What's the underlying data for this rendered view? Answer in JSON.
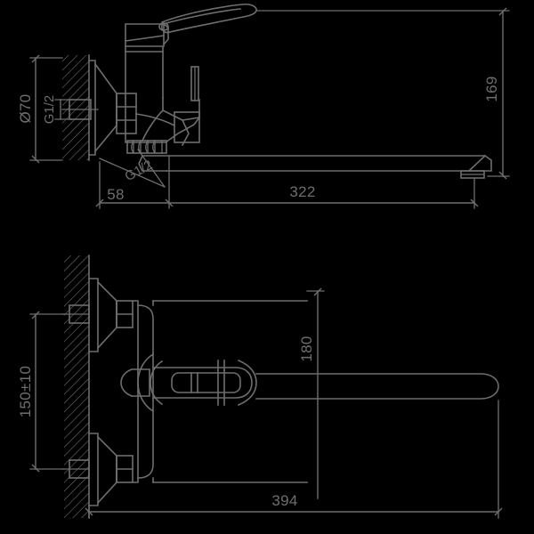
{
  "drawing": {
    "title": "Wall-mounted single-lever mixer tap — technical dimension drawing",
    "background_color": "#000000",
    "line_color": "#6e6e6e",
    "views": [
      {
        "name": "side-elevation",
        "description": "Side elevation of wall mounted mixer with long swivel spout"
      },
      {
        "name": "top-plan",
        "description": "Top plan view of wall mounted mixer with lever handle and spout"
      }
    ]
  },
  "dimensions": {
    "side_view": {
      "flange_diameter": "Ø70",
      "inlet_thread": "G1/2",
      "wall_offset": "58",
      "spout_reach": "322",
      "height": "169"
    },
    "top_view": {
      "inlet_spacing": "150±10",
      "body_width": "180",
      "total_length": "394"
    }
  },
  "labels": {
    "flange_diameter": "Ø70",
    "inlet_thread": "G1/2",
    "wall_offset": "58",
    "spout_reach": "322",
    "height": "169",
    "inlet_spacing": "150±10",
    "body_width": "180",
    "total_length": "394"
  }
}
